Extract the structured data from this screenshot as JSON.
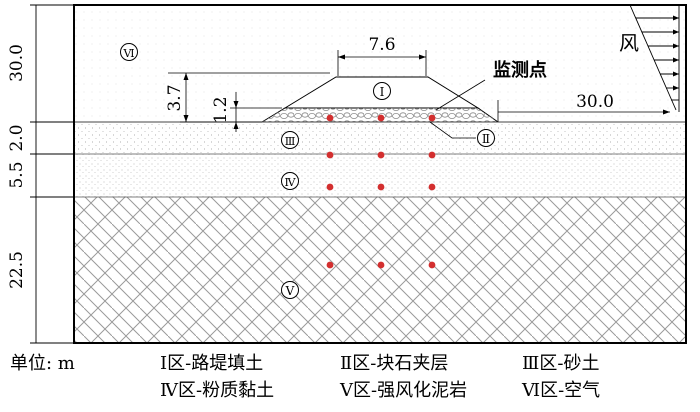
{
  "dimensions": {
    "d_30_0_left": "30.0",
    "d_2_0": "2.0",
    "d_5_5": "5.5",
    "d_22_5": "22.5",
    "d_3_7": "3.7",
    "d_1_2": "1.2",
    "d_7_6": "7.6",
    "d_30_0_right": "30.0"
  },
  "zones": {
    "I": "Ⅰ",
    "II": "Ⅱ",
    "III": "Ⅲ",
    "IV": "Ⅳ",
    "V": "Ⅴ",
    "VI": "Ⅵ"
  },
  "annotations": {
    "wind": "风",
    "monitor": "监测点"
  },
  "legend": {
    "unit": "单位: m",
    "items": [
      "Ⅰ区-路堤填土",
      "Ⅱ区-块石夹层",
      "Ⅲ区-砂土",
      "Ⅳ区-粉质黏土",
      "Ⅴ区-强风化泥岩",
      "Ⅵ区-空气"
    ]
  },
  "colors": {
    "monitor_point": "#d32f2f",
    "line": "#000000"
  }
}
